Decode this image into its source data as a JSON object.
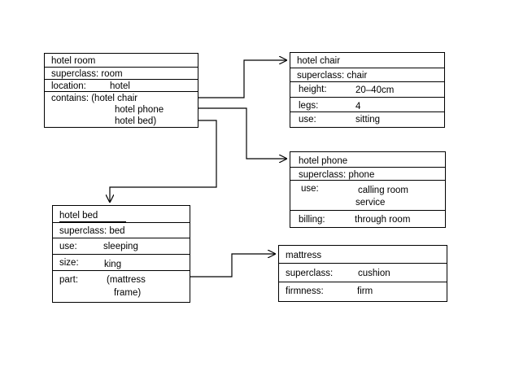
{
  "hotel_room": {
    "title": "hotel room",
    "superclass": "superclass: room",
    "location_label": "location:",
    "location_value": "hotel",
    "contains_label": "contains: (hotel chair",
    "contains_item2": "hotel phone",
    "contains_item3": "hotel bed)"
  },
  "hotel_chair": {
    "title": "hotel chair",
    "superclass": "superclass: chair",
    "height_label": "height:",
    "height_value": "20–40cm",
    "legs_label": "legs:",
    "legs_value": "4",
    "use_label": "use:",
    "use_value": "sitting"
  },
  "hotel_phone": {
    "title": "hotel phone",
    "superclass": "superclass: phone",
    "use_label": "use:",
    "use_value_line1": "calling room",
    "use_value_line2": "service",
    "billing_label": "billing:",
    "billing_value": "through room"
  },
  "hotel_bed": {
    "title": "hotel bed",
    "superclass": "superclass: bed",
    "use_label": "use:",
    "use_value": "sleeping",
    "size_label": "size:",
    "size_value": "king",
    "part_label": "part:",
    "part_value_line1": "(mattress",
    "part_value_line2": "frame)"
  },
  "mattress": {
    "title": "mattress",
    "superclass_label": "superclass:",
    "superclass_value": "cushion",
    "firmness_label": "firmness:",
    "firmness_value": "firm"
  }
}
